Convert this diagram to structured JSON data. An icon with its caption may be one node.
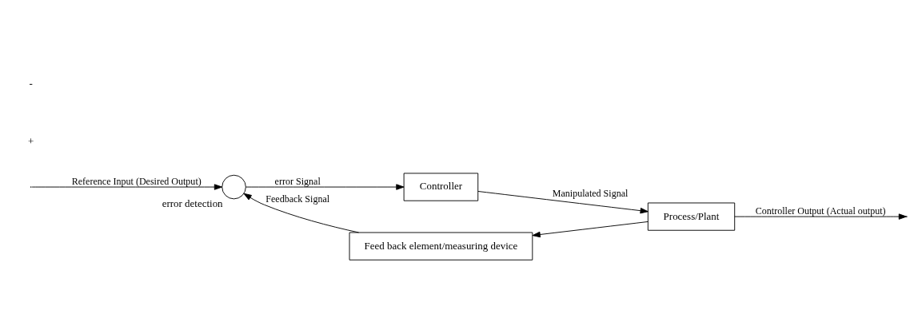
{
  "diagram": {
    "nodes": [
      {
        "text": [],
        "shape": "circle",
        "beside": [
          "error detection"
        ]
      },
      {
        "text": [
          "Controller"
        ]
      },
      {
        "text": [
          "Process/Plant"
        ]
      },
      {
        "text": [
          "Feed back element/measuring device"
        ]
      }
    ],
    "edges": [
      {
        "from": null,
        "to": 0,
        "arrow": "to",
        "label": "Reference Input (Desired Output)"
      },
      {
        "from": 0,
        "to": 1,
        "arrow": "to",
        "label": "error Signal"
      },
      {
        "from": 1,
        "to": 2,
        "arrow": "to",
        "label": "Manipulated Signal"
      },
      {
        "from": 2,
        "to": null,
        "arrow": "to",
        "label": "Controller Output (Actual output)"
      },
      {
        "from": 2,
        "to": 3,
        "arrow": "to"
      },
      {
        "from": 3,
        "to": 0,
        "arrow": "to",
        "label": "Feedback Signal"
      }
    ],
    "labels": [
      "+",
      "-"
    ]
  }
}
